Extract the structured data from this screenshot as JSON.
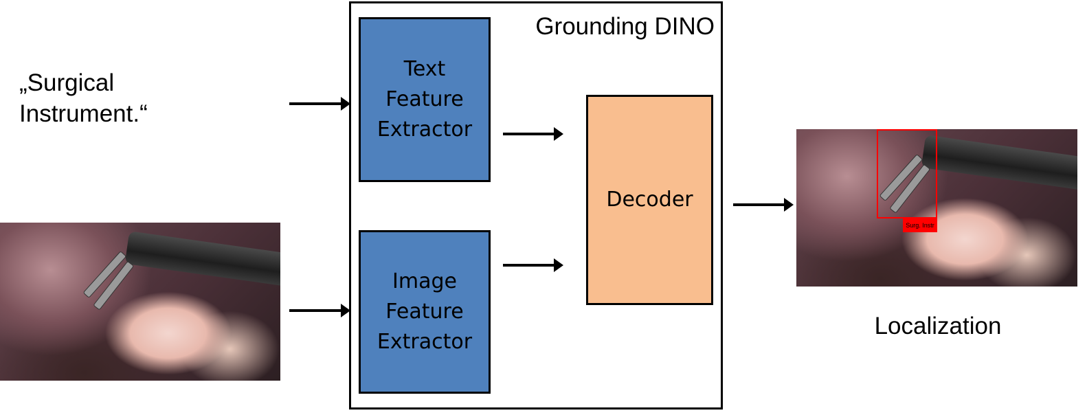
{
  "prompt": {
    "line1": "„Surgical",
    "line2": "Instrument.“"
  },
  "model": {
    "title": "Grounding DINO",
    "text_extractor": [
      "Text",
      "Feature",
      "Extractor"
    ],
    "image_extractor": [
      "Image",
      "Feature",
      "Extractor"
    ],
    "decoder": "Decoder"
  },
  "output": {
    "detection_label": "Surg. Instr",
    "caption": "Localization"
  },
  "colors": {
    "extractor_fill": "#4f81bd",
    "decoder_fill": "#f9be8f",
    "detection_box": "#ff0000"
  },
  "images": {
    "input": "laparoscopic-surgery-frame",
    "output": "laparoscopic-surgery-frame-with-detection"
  }
}
